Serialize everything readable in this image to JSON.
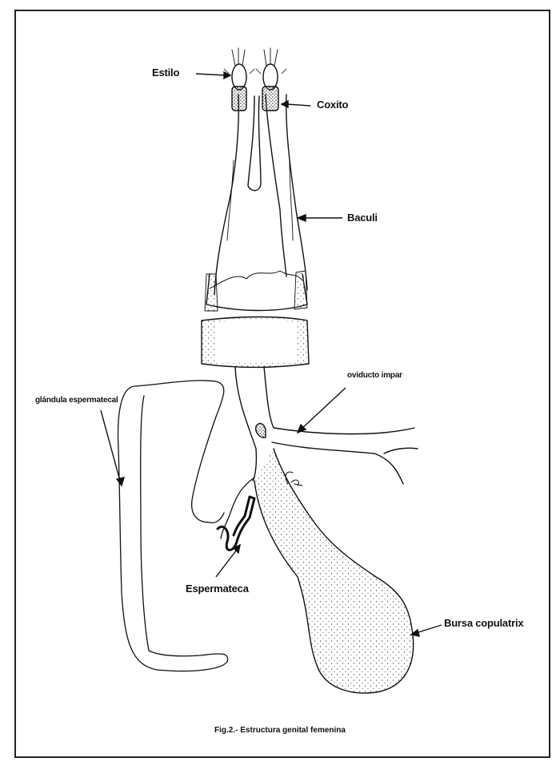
{
  "labels": {
    "estilo": "Estilo",
    "coxito": "Coxito",
    "baculi": "Baculi",
    "oviducto": "oviducto impar",
    "glandula": "glándula espermatecal",
    "espermateca": "Espermateca",
    "bursa": "Bursa copulatrix"
  },
  "caption": "Fig.2.- Estructura genital femenina",
  "colors": {
    "ink": "#111111",
    "stipple": "#555555",
    "paper": "#ffffff"
  }
}
